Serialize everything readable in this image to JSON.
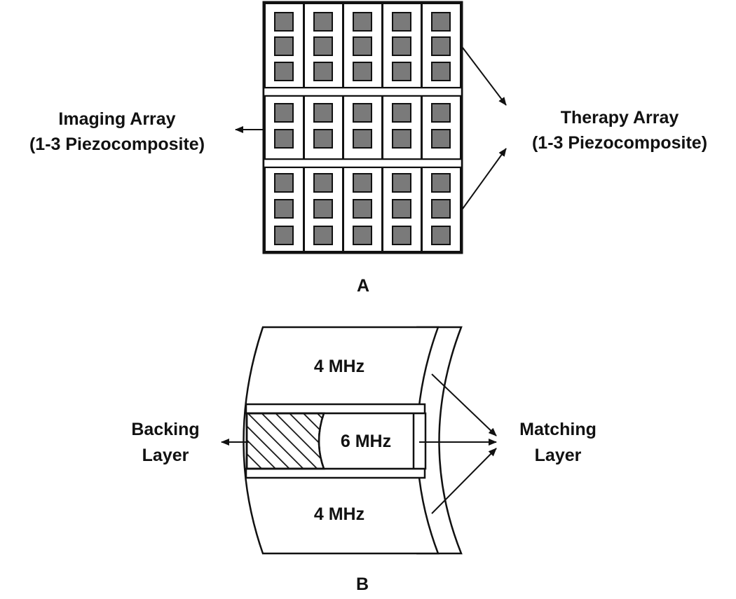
{
  "panel_a": {
    "imaging_label": [
      "Imaging Array",
      "(1-3 Piezocomposite)"
    ],
    "therapy_label": [
      "Therapy Array",
      "(1-3 Piezocomposite)"
    ],
    "caption": "A"
  },
  "panel_b": {
    "top_freq": "4 MHz",
    "middle_freq": "6 MHz",
    "bottom_freq": "4 MHz",
    "backing_label": [
      "Backing",
      "Layer"
    ],
    "matching_label": [
      "Matching",
      "Layer"
    ],
    "caption": "B"
  },
  "colors": {
    "line": "#111111",
    "element_fill": "#7a7a7a",
    "background": "#ffffff"
  }
}
